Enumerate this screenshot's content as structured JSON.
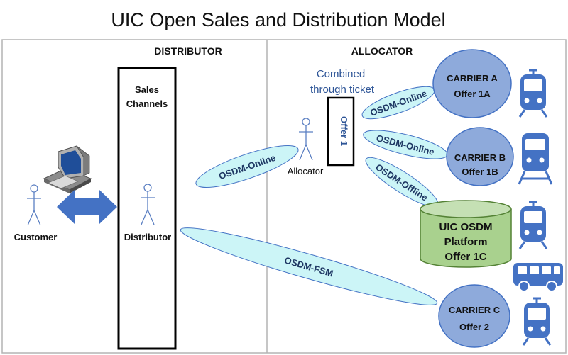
{
  "title": "UIC Open Sales and Distribution Model",
  "sections": {
    "distributor": "DISTRIBUTOR",
    "allocator": "ALLOCATOR"
  },
  "sales_channels": [
    "Sales",
    "Channels"
  ],
  "actors": {
    "customer": "Customer",
    "distributor": "Distributor",
    "allocator": "Allocator"
  },
  "combined_ticket": [
    "Combined",
    "through ticket"
  ],
  "offer_box": "Offer 1",
  "links": {
    "distributor_allocator": "OSDM-Online",
    "to_carrier_a": "OSDM-Online",
    "to_carrier_b": "OSDM-Online",
    "to_platform": "OSDM-Offline",
    "to_carrier_c": "OSDM-FSM"
  },
  "carriers": {
    "a": {
      "name": "CARRIER A",
      "offer": "Offer 1A"
    },
    "b": {
      "name": "CARRIER B",
      "offer": "Offer 1B"
    },
    "c": {
      "name": "CARRIER C",
      "offer": "Offer 2"
    }
  },
  "platform": [
    "UIC OSDM",
    "Platform",
    "Offer 1C"
  ],
  "icons": [
    "computer-icon",
    "double-arrow-icon",
    "stick-figure-icon",
    "train-front-icon",
    "train-tram-icon",
    "bus-icon"
  ],
  "colors": {
    "carrier_fill": "#8eaadb",
    "link_fill": "#ccf5f7",
    "platform_fill": "#a9d18e",
    "arrow_fill": "#4472c4",
    "vehicle_fill": "#4472c4"
  }
}
